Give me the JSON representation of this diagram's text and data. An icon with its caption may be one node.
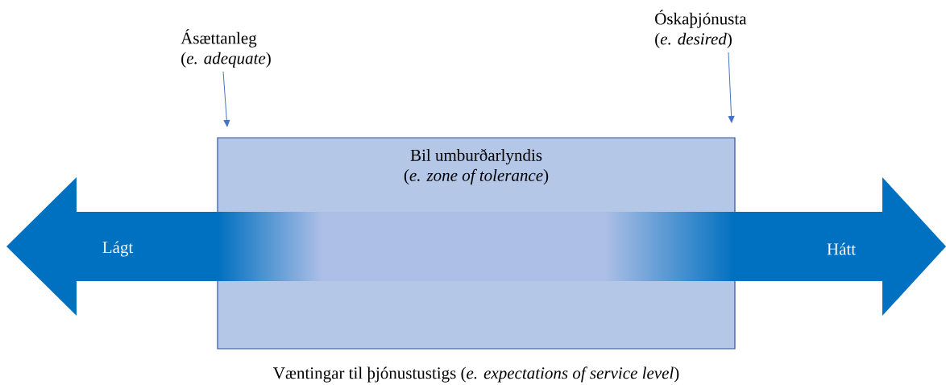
{
  "diagram": {
    "nodes": [
      {
        "text": [
          "Ásættanleg",
          "(*e. adequate*)"
        ]
      },
      {
        "text": [
          "Óskaþjónusta",
          "(*e. desired*)"
        ]
      },
      {
        "text": [
          "Bil umburðarlyndis",
          "(*e. zone of tolerance*)"
        ]
      },
      {
        "text": [
          "Lágt",
          "Hátt"
        ]
      }
    ],
    "edges": [
      {
        "from": 0,
        "to": 2,
        "arrow": "to"
      },
      {
        "from": 1,
        "to": 2,
        "arrow": "to"
      }
    ],
    "labels": [
      "Væntingar til þjónustustigs (*e. expectations of service level*)"
    ]
  }
}
